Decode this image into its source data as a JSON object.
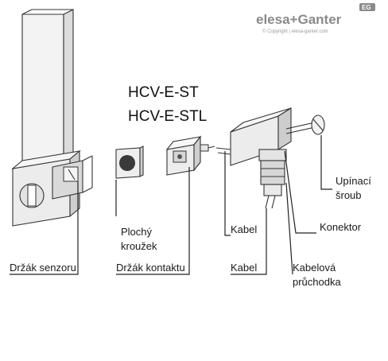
{
  "brand": {
    "name": "elesa+Ganter",
    "badge": "EG",
    "copyright": "© Copyright | elesa-ganter.com"
  },
  "titles": [
    "HCV-E-ST",
    "HCV-E-STL"
  ],
  "labels": {
    "drzak_senzoru": "Držák senzoru",
    "plochy": "Plochý",
    "krouzek": "kroužek",
    "drzak_kontaktu": "Držák kontaktu",
    "kabel_1": "Kabel",
    "konektor": "Konektor",
    "upinaci": "Upínací",
    "sroub": "šroub",
    "kabel_2": "Kabel",
    "kabelova": "Kabelová",
    "pruchodka": "průchodka"
  },
  "colors": {
    "part_fill": "#e9e9e9",
    "part_dark": "#c8c8c8",
    "line": "#222222",
    "brand_grey": "#8a8a8a"
  }
}
